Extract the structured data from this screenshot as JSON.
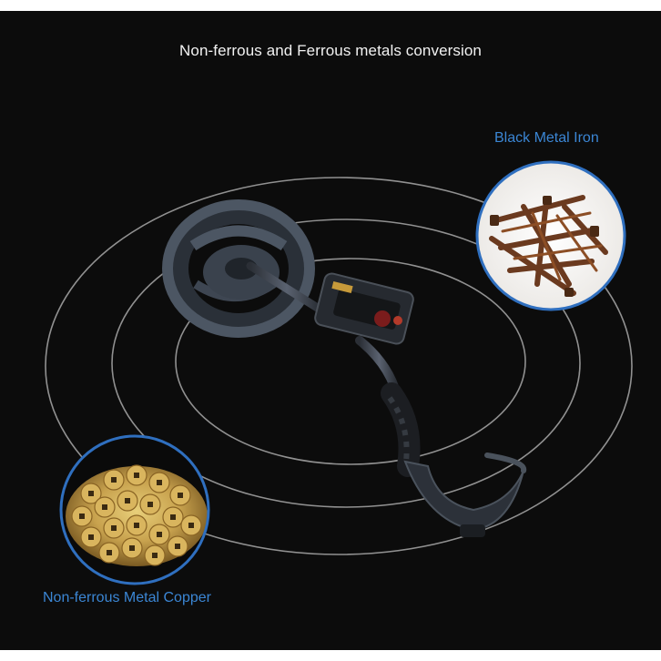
{
  "title": "Non-ferrous and Ferrous metals conversion",
  "labels": {
    "iron": "Black Metal Iron",
    "copper": "Non-ferrous Metal Copper"
  },
  "colors": {
    "background": "#0c0c0c",
    "accent_blue": "#2f6fbf",
    "label_blue": "#3b86d4",
    "ring": "#9a9a9a"
  }
}
